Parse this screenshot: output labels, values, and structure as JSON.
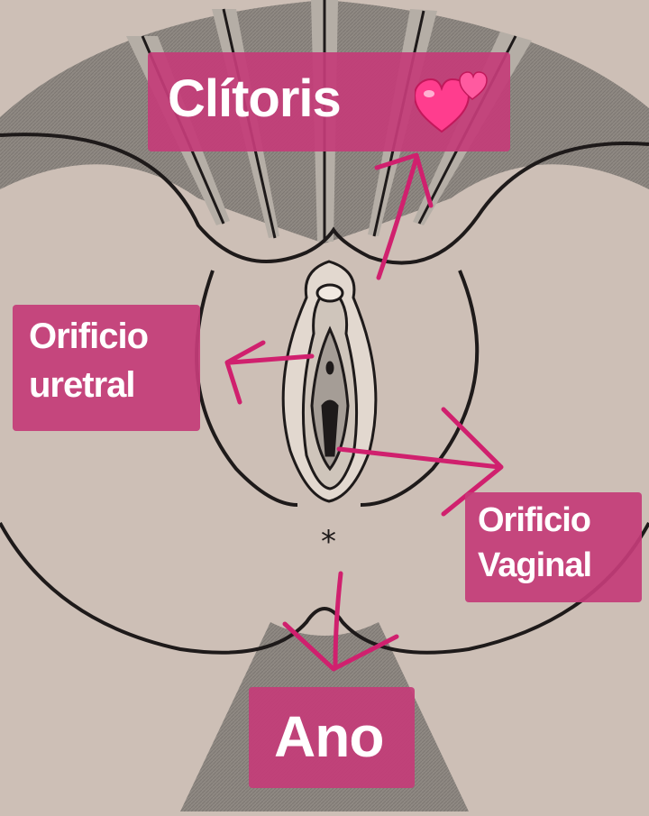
{
  "labels": {
    "clitoris": "Clítoris",
    "urethral_line1": "Orificio",
    "urethral_line2": "uretral",
    "vaginal_line1": "Orificio",
    "vaginal_line2": "Vaginal",
    "anus": "Ano"
  },
  "icons": {
    "heart": "two-hearts-icon"
  },
  "colors": {
    "background": "#cdbfb6",
    "label_fill": "#c43c78",
    "label_text": "#ffffff",
    "arrow": "#d0206e",
    "line_art": "#1e1a1a",
    "shading": "#8c8680"
  }
}
